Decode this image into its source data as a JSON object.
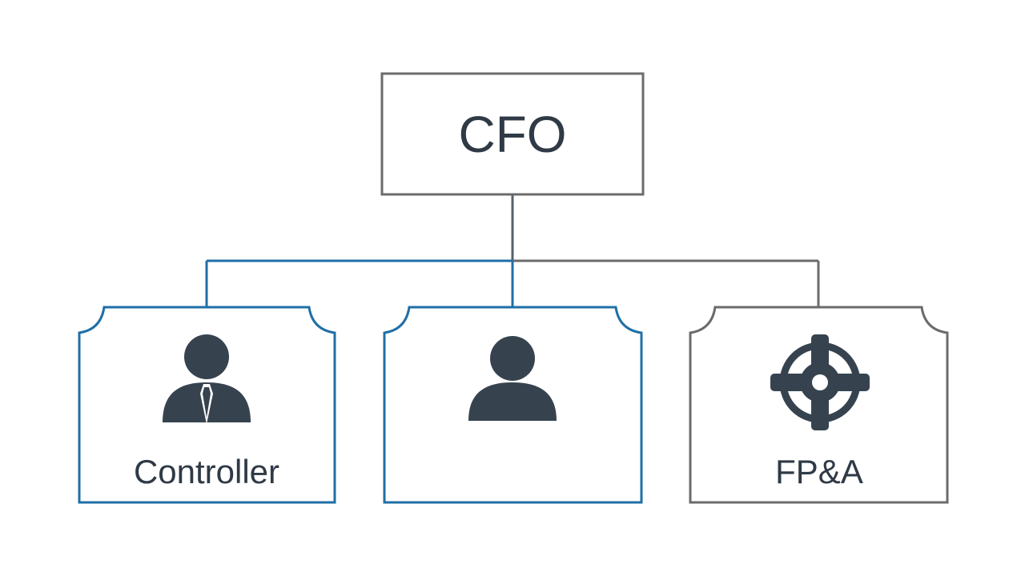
{
  "org_chart": {
    "root": {
      "label": "CFO"
    },
    "children": [
      {
        "label": "Controller",
        "icon": "person-with-tie-icon",
        "accent": "#1f6fa6"
      },
      {
        "label": "",
        "icon": "person-icon",
        "accent": "#1f6fa6"
      },
      {
        "label": "FP&A",
        "icon": "target-crosshair-icon",
        "accent": "#6b6b6b"
      }
    ]
  },
  "colors": {
    "root_border": "#6b6b6b",
    "blue_accent": "#1f6fa6",
    "gray_accent": "#6b6b6b",
    "icon_fill": "#36434f",
    "text": "#2f3a46"
  }
}
